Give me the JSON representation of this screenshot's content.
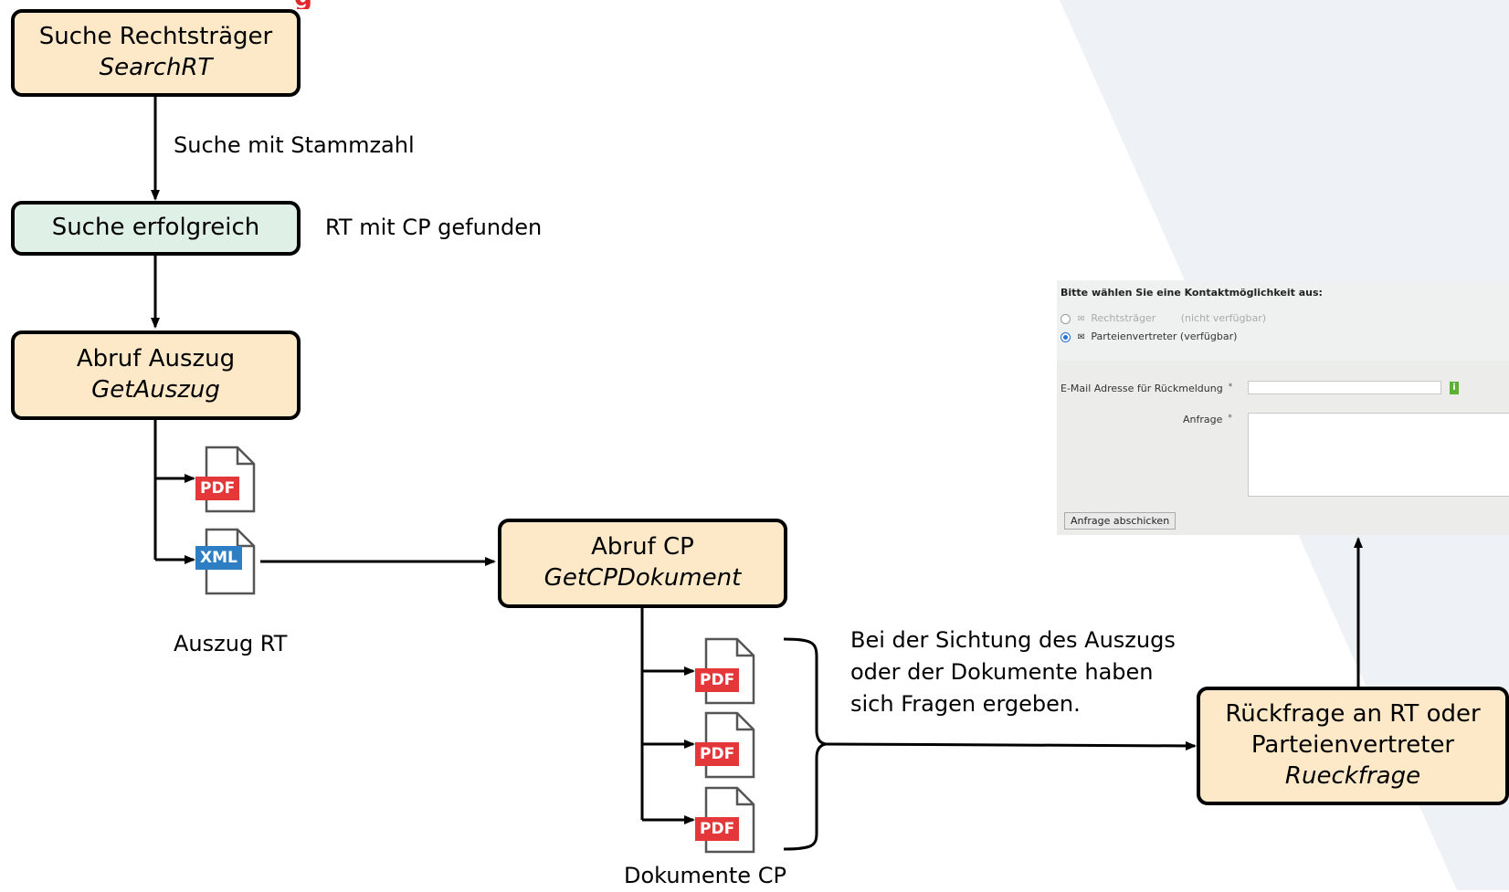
{
  "header": {
    "title_fragment": "g"
  },
  "boxes": {
    "search": {
      "title": "Suche Rechtsträger",
      "method": "SearchRT"
    },
    "success": {
      "title": "Suche erfolgreich"
    },
    "extract": {
      "title": "Abruf Auszug",
      "method": "GetAuszug"
    },
    "cp": {
      "title": "Abruf CP",
      "method": "GetCPDokument"
    },
    "query": {
      "line1": "Rückfrage an RT oder",
      "line2": "Parteienvertreter",
      "method": "Rueckfrage"
    }
  },
  "labels": {
    "search_with": "Suche mit Stammzahl",
    "rt_found": "RT mit CP gefunden",
    "extract_rt": "Auszug RT",
    "documents_cp": "Dokumente CP",
    "questions_line1": "Bei der Sichtung des Auszugs",
    "questions_line2": "oder der Dokumente haben",
    "questions_line3": "sich Fragen ergeben."
  },
  "documents": {
    "pdf": "PDF",
    "xml": "XML"
  },
  "contact_form": {
    "heading": "Bitte wählen Sie eine Kontaktmöglichkeit aus:",
    "option_rt": "Rechtsträger",
    "option_rt_status": "(nicht verfügbar)",
    "option_pv": "Parteienvertreter (verfügbar)",
    "email_label": "E-Mail Adresse für Rückmeldung",
    "query_label": "Anfrage",
    "required_mark": "*",
    "info_icon": "i",
    "submit_label": "Anfrage abschicken",
    "email_value": "",
    "query_value": ""
  },
  "colors": {
    "box_fill": "#fde9c8",
    "success_fill": "#dff0e6",
    "pdf_badge": "#e3373a",
    "xml_badge": "#2e7ec3",
    "title_accent": "#e2262b"
  }
}
